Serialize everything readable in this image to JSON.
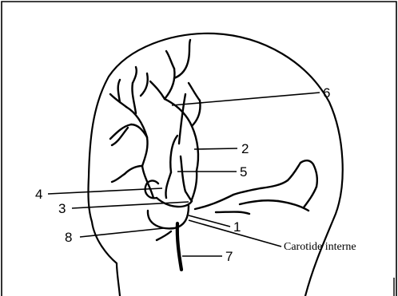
{
  "labels": {
    "n1": "1",
    "n2": "2",
    "n3": "3",
    "n4": "4",
    "n5": "5",
    "n6": "6",
    "n7": "7",
    "n8": "8",
    "carotid": "Carotide interne"
  },
  "colors": {
    "ink": "#000000",
    "background": "#ffffff"
  }
}
